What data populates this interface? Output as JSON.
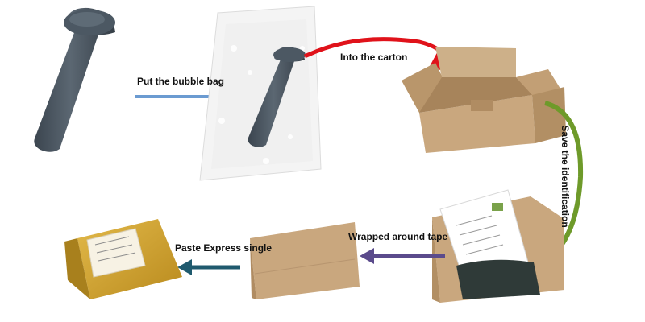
{
  "steps": {
    "bubble_bag": "Put the bubble bag",
    "into_carton": "Into the carton",
    "save_identification": "Save the identification",
    "wrapped_tape": "Wrapped around tape",
    "paste_express": "Paste Express single"
  },
  "colors": {
    "arrow_blue": "#6b9bd1",
    "arrow_red": "#e0121a",
    "arrow_green": "#6e9a2a",
    "arrow_purple": "#5b4b8c",
    "arrow_teal": "#1f5a6e",
    "plug": "#4a5560",
    "cardboard": "#c9a77e",
    "tape": "#d4a52c"
  }
}
